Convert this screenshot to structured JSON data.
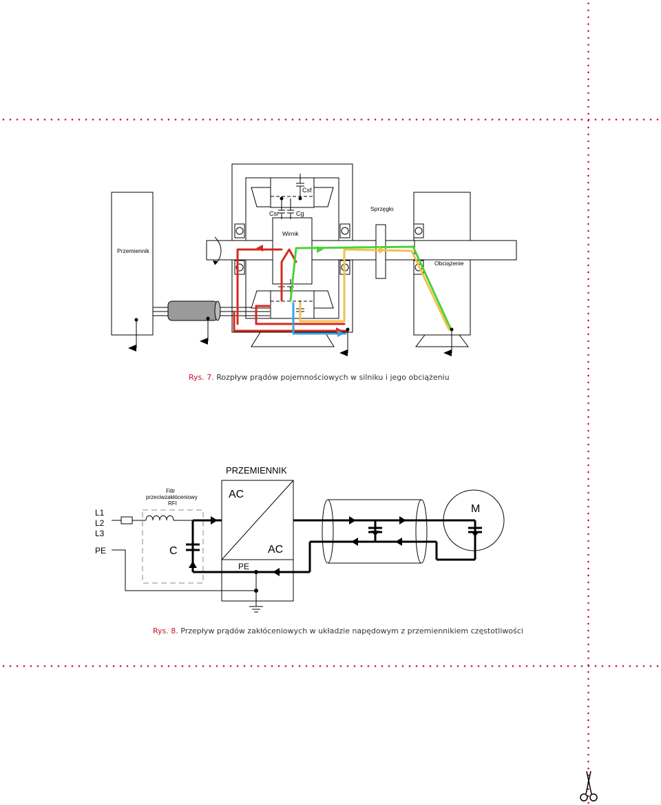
{
  "figure1": {
    "labels": {
      "inverter": "Przemiennik",
      "rotor": "Wirnik",
      "coupling": "Sprzęgło",
      "load": "Obciążenie",
      "csf": "Csf",
      "csr": "Csr",
      "cg": "Cg"
    },
    "caption_num": "Rys. 7.",
    "caption_text": "Rozpływ prądów pojemnościowych w silniku i jego obciążeniu",
    "path_colors": {
      "red": "#d42a1e",
      "green": "#4cd137",
      "yellow": "#f2c14e",
      "blue": "#35a7e0"
    }
  },
  "figure2": {
    "labels": {
      "inverter": "PRZEMIENNIK",
      "filter_line1": "Filtr",
      "filter_line2": "przeciwzakłóceniowy",
      "filter_line3": "RFI",
      "l1": "L1",
      "l2": "L2",
      "l3": "L3",
      "pe_left": "PE",
      "ac_in": "AC",
      "ac_out": "AC",
      "pe_box": "PE",
      "cap_c": "C",
      "motor": "M"
    },
    "caption_num": "Rys. 8.",
    "caption_text": "Przepływ prądów zakłóceniowych w układzie napędowym z przemiennikiem częstotliwości"
  },
  "decor": {
    "accent": "#c8102e",
    "scissors": "scissors-icon"
  }
}
